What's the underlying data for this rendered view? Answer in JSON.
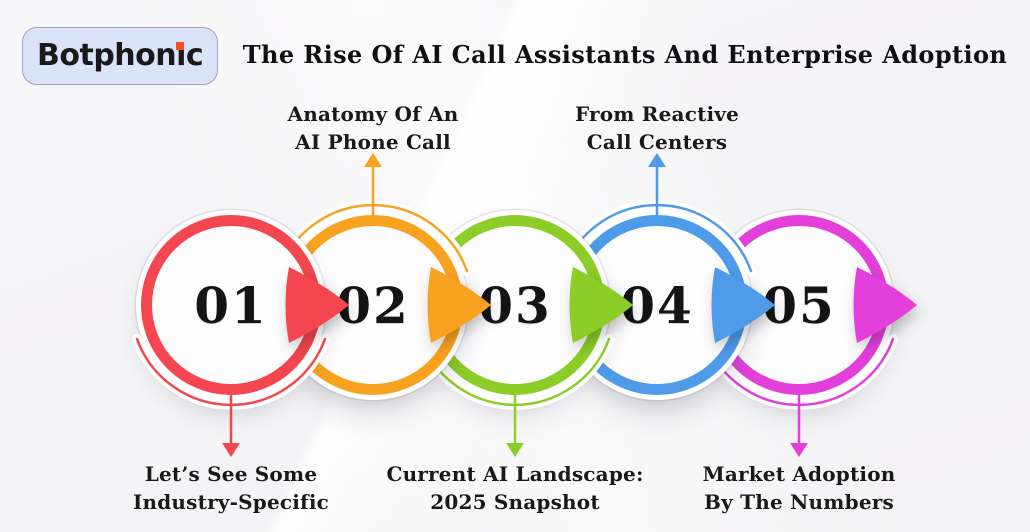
{
  "header": {
    "logo": {
      "text_before": "Botphon",
      "dot_letter": "i",
      "text_after": "c",
      "dot_color": "#F4511E",
      "box_bg": "#DBE3F8",
      "box_border": "#9AA4BD"
    },
    "title": "The Rise Of AI Call Assistants And Enterprise Adoption"
  },
  "steps": [
    {
      "number": "01",
      "color": "#F4464E",
      "label": "Let’s See Some\nIndustry-Specific",
      "label_position": "bottom"
    },
    {
      "number": "02",
      "color": "#F9A21F",
      "label": "Anatomy Of An\nAI Phone Call",
      "label_position": "top"
    },
    {
      "number": "03",
      "color": "#8CCD28",
      "label": "Current AI Landscape:\n2025 Snapshot",
      "label_position": "bottom"
    },
    {
      "number": "04",
      "color": "#4E9BEA",
      "label": "From Reactive\nCall Centers",
      "label_position": "top"
    },
    {
      "number": "05",
      "color": "#E33FDB",
      "label": "Market Adoption\nBy The Numbers",
      "label_position": "bottom"
    }
  ]
}
